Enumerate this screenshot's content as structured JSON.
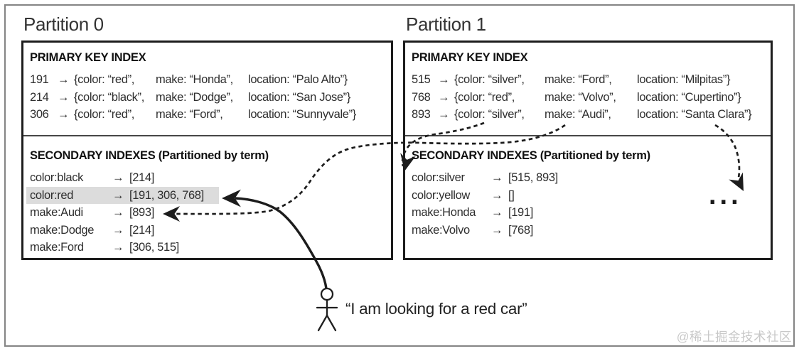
{
  "diagram": {
    "partitions": [
      {
        "title": "Partition 0",
        "primary": {
          "heading": "PRIMARY KEY INDEX",
          "rows": [
            {
              "key": "191",
              "arrow": "→",
              "color": "{color: “red”,",
              "make": "make: “Honda”,",
              "location": "location: “Palo Alto”}"
            },
            {
              "key": "214",
              "arrow": "→",
              "color": "{color: “black”,",
              "make": "make: “Dodge”,",
              "location": "location: “San Jose”}"
            },
            {
              "key": "306",
              "arrow": "→",
              "color": "{color: “red”,",
              "make": "make: “Ford”,",
              "location": "location: “Sunnyvale”}"
            }
          ]
        },
        "secondary": {
          "heading": "SECONDARY INDEXES (Partitioned by term)",
          "rows": [
            {
              "term": "color:black",
              "arrow": "→",
              "values": "[214]"
            },
            {
              "term": "color:red",
              "arrow": "→",
              "values": "[191, 306, 768]",
              "highlighted": true
            },
            {
              "term": "make:Audi",
              "arrow": "→",
              "values": "[893]"
            },
            {
              "term": "make:Dodge",
              "arrow": "→",
              "values": "[214]"
            },
            {
              "term": "make:Ford",
              "arrow": "→",
              "values": "[306, 515]"
            }
          ]
        }
      },
      {
        "title": "Partition 1",
        "primary": {
          "heading": "PRIMARY KEY INDEX",
          "rows": [
            {
              "key": "515",
              "arrow": "→",
              "color": "{color: “silver”,",
              "make": "make: “Ford”,",
              "location": "location: “Milpitas”}"
            },
            {
              "key": "768",
              "arrow": "→",
              "color": "{color: “red”,",
              "make": "make: “Volvo”,",
              "location": "location: “Cupertino”}"
            },
            {
              "key": "893",
              "arrow": "→",
              "color": "{color: “silver”,",
              "make": "make: “Audi”,",
              "location": "location: “Santa Clara”}"
            }
          ]
        },
        "secondary": {
          "heading": "SECONDARY INDEXES (Partitioned by term)",
          "rows": [
            {
              "term": "color:silver",
              "arrow": "→",
              "values": "[515, 893]"
            },
            {
              "term": "color:yellow",
              "arrow": "→",
              "values": "[]"
            },
            {
              "term": "make:Honda",
              "arrow": "→",
              "values": "[191]"
            },
            {
              "term": "make:Volvo",
              "arrow": "→",
              "values": "[768]"
            }
          ]
        }
      }
    ],
    "query_caption": "“I am looking for a red car”",
    "other_partitions_ellipsis": "...",
    "watermark": "@稀土掘金技术社区",
    "icons": {
      "person": "stick-figure",
      "arrows": [
        "query-solid-arrow",
        "doc893-to-make-audi-dashed",
        "doc893-to-color-silver-dashed",
        "doc893-to-other-partition-dashed"
      ]
    },
    "colors": {
      "box_border": "#1d1d1d",
      "highlight": "#dcdcdc",
      "watermark": "#c8c8c8",
      "frame": "#848484"
    }
  }
}
